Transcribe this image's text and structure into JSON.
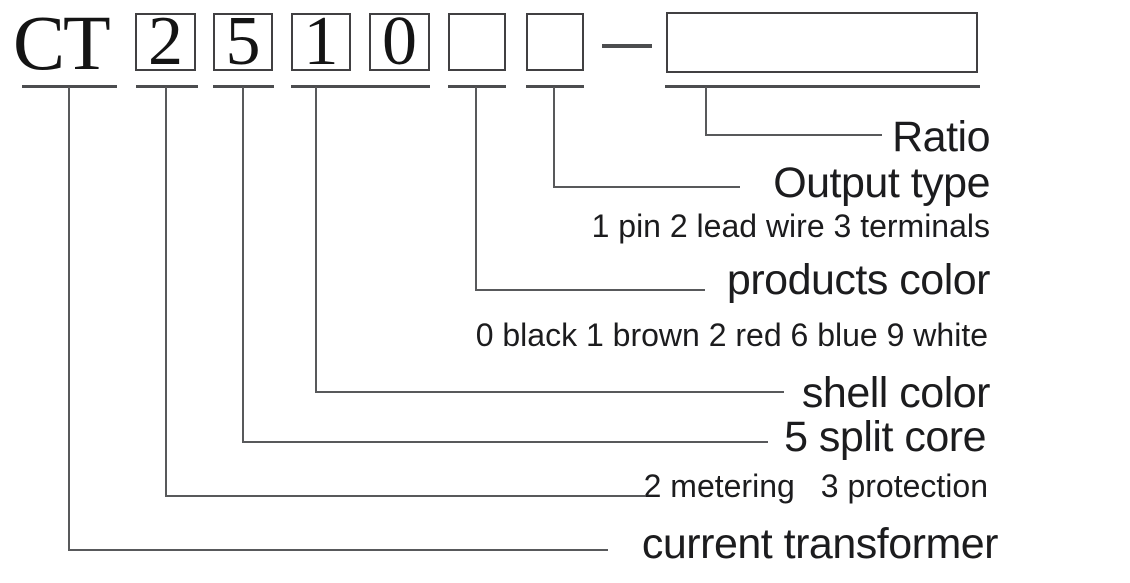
{
  "diagram": {
    "prefix": "CT",
    "code_boxes": [
      {
        "name": "metering-protection",
        "value": "2"
      },
      {
        "name": "split-core",
        "value": "5"
      },
      {
        "name": "shell-color-first",
        "value": "1"
      },
      {
        "name": "shell-color-second",
        "value": "0"
      },
      {
        "name": "products-color",
        "value": ""
      },
      {
        "name": "output-type",
        "value": ""
      }
    ],
    "ratio_box_value": "",
    "labels": {
      "ratio": "Ratio",
      "output_type": "Output type",
      "output_type_values": "1 pin 2 lead wire 3 terminals",
      "products_color": "products color",
      "products_color_values": "0 black 1 brown 2 red 6 blue 9 white",
      "shell_color": "shell color",
      "split_core": "5 split core",
      "metering": "2 metering",
      "protection": "3 protection",
      "current_transformer": "current transformer"
    },
    "colors": {
      "text": "#1c1c1e",
      "connector_line": "#58595b",
      "box_border": "#414042",
      "background": "#ffffff"
    }
  }
}
